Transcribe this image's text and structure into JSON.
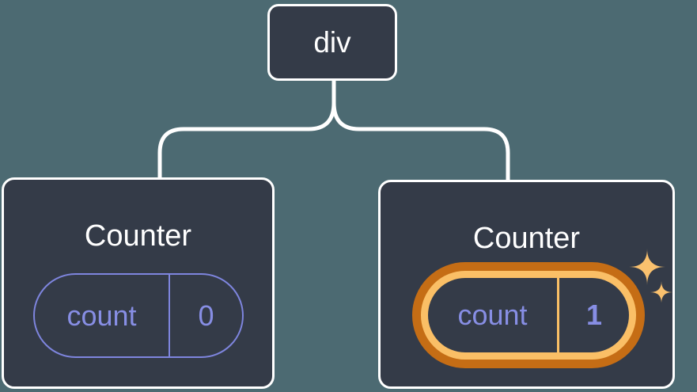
{
  "diagram": {
    "description": "React component tree with shared parent and two independent counters",
    "root_node": {
      "label": "div"
    },
    "counters": [
      {
        "title": "Counter",
        "state_name": "count",
        "state_value": "0",
        "highlighted": false
      },
      {
        "title": "Counter",
        "state_name": "count",
        "state_value": "1",
        "highlighted": true
      }
    ]
  },
  "colors": {
    "background": "#4c6a72",
    "card_fill": "#343b48",
    "card_border": "#ffffff",
    "connector": "#ffffff",
    "state_accent": "#878ee4",
    "state_pill_border": "#7e85de",
    "highlight_outer": "#c56d15",
    "highlight_inner": "#fabf66",
    "sparkle": "#fac16e",
    "text": "#ffffff"
  }
}
